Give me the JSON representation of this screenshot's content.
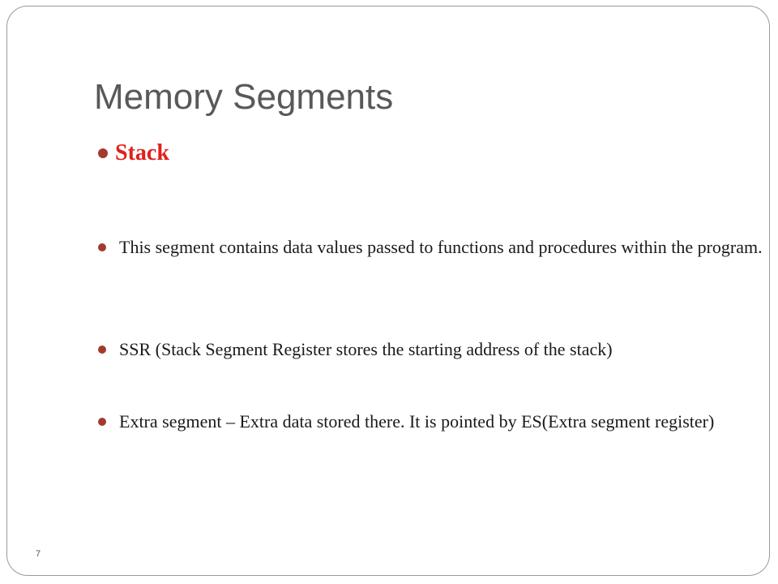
{
  "slide": {
    "title": "Memory Segments",
    "heading": "Stack",
    "bullets": [
      "This segment contains data values passed to functions and procedures within the program.",
      "SSR (Stack Segment Register stores the starting address of the stack)",
      "Extra segment – Extra data stored there. It is pointed by ES(Extra segment register)"
    ],
    "page_number": "7"
  },
  "colors": {
    "title": "#595959",
    "heading": "#e0201b",
    "bullet_marker": "#a33a2e",
    "body_text": "#1a1a1a"
  }
}
